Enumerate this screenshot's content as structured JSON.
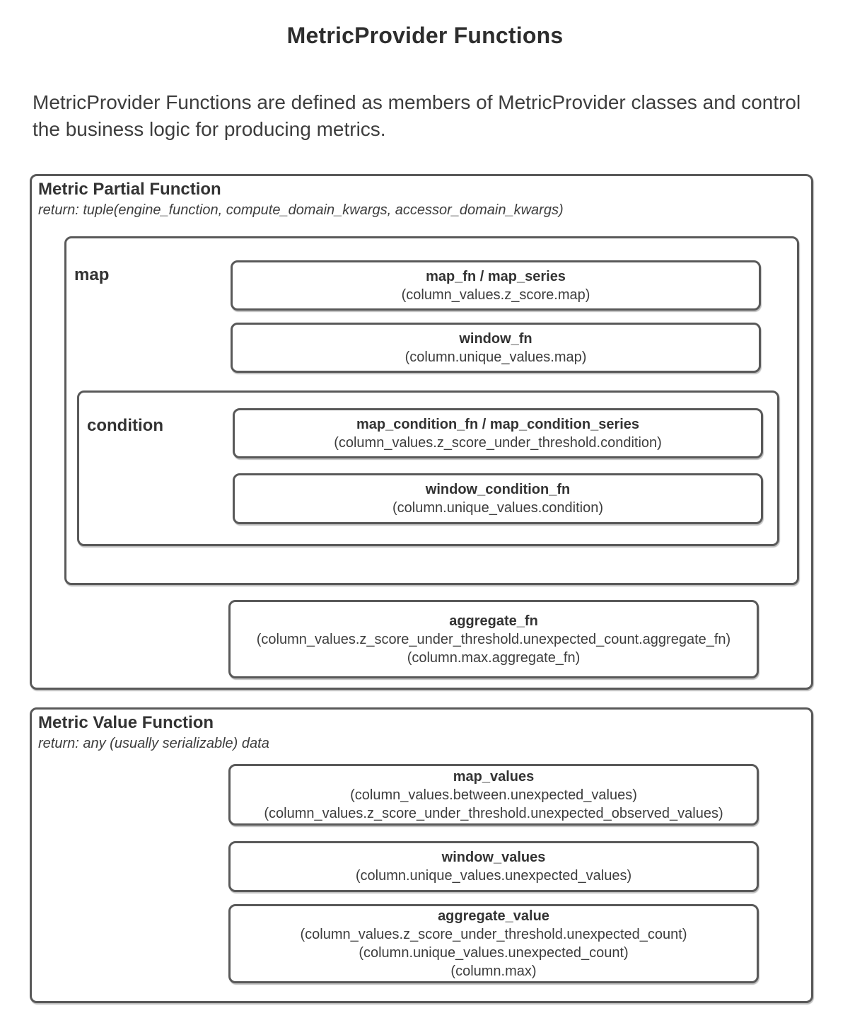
{
  "page": {
    "title": "MetricProvider Functions",
    "intro": "MetricProvider Functions are defined as members of MetricProvider classes and control the business logic for producing metrics."
  },
  "colors": {
    "border": "#595959",
    "text": "#3d3d3d",
    "heading": "#2d2d2d",
    "background": "#ffffff"
  },
  "partial_function": {
    "title": "Metric Partial Function",
    "subtitle": "return: tuple(engine_function, compute_domain_kwargs, accessor_domain_kwargs)",
    "map_group_label": "map",
    "condition_group_label": "condition",
    "map_fn": {
      "title": "map_fn / map_series",
      "line1": "(column_values.z_score.map)"
    },
    "window_fn": {
      "title": "window_fn",
      "line1": "(column.unique_values.map)"
    },
    "map_condition_fn": {
      "title": "map_condition_fn / map_condition_series",
      "line1": "(column_values.z_score_under_threshold.condition)"
    },
    "window_condition_fn": {
      "title": "window_condition_fn",
      "line1": "(column.unique_values.condition)"
    },
    "aggregate_fn": {
      "title": "aggregate_fn",
      "line1": "(column_values.z_score_under_threshold.unexpected_count.aggregate_fn)",
      "line2": "(column.max.aggregate_fn)"
    }
  },
  "value_function": {
    "title": "Metric Value Function",
    "subtitle": "return: any (usually serializable) data",
    "map_values": {
      "title": "map_values",
      "line1": "(column_values.between.unexpected_values)",
      "line2": "(column_values.z_score_under_threshold.unexpected_observed_values)"
    },
    "window_values": {
      "title": "window_values",
      "line1": "(column.unique_values.unexpected_values)"
    },
    "aggregate_value": {
      "title": "aggregate_value",
      "line1": "(column_values.z_score_under_threshold.unexpected_count)",
      "line2": "(column.unique_values.unexpected_count)",
      "line3": "(column.max)"
    }
  }
}
